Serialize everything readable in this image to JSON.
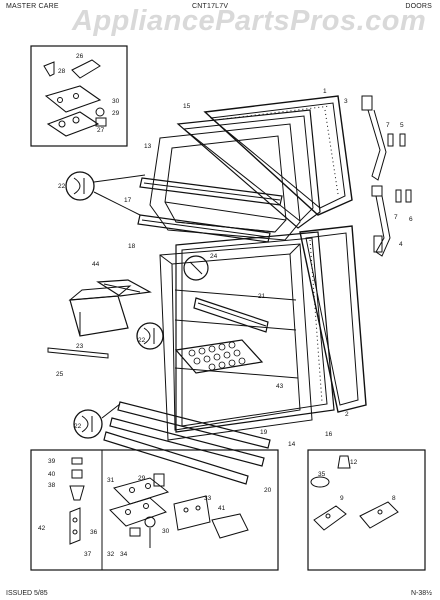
{
  "header": {
    "left": "MASTER CARE",
    "center": "CNT17L7V",
    "right": "DOORS"
  },
  "watermark": "AppliancePartsPros.com",
  "footer": {
    "left": "ISSUED 5/85",
    "right": "N-38½"
  },
  "part_labels": [
    "1",
    "2",
    "3",
    "4",
    "5",
    "6",
    "7",
    "7",
    "8",
    "9",
    "12",
    "13",
    "14",
    "15",
    "16",
    "17",
    "18",
    "19",
    "20",
    "21",
    "22",
    "22",
    "22",
    "23",
    "24",
    "25",
    "26",
    "27",
    "28",
    "29",
    "29",
    "30",
    "30",
    "31",
    "32",
    "33",
    "34",
    "35",
    "36",
    "37",
    "38",
    "39",
    "40",
    "41",
    "42",
    "43",
    "44"
  ],
  "colors": {
    "line": "#111111",
    "watermark": "#d9d9d9",
    "paper": "#ffffff"
  }
}
